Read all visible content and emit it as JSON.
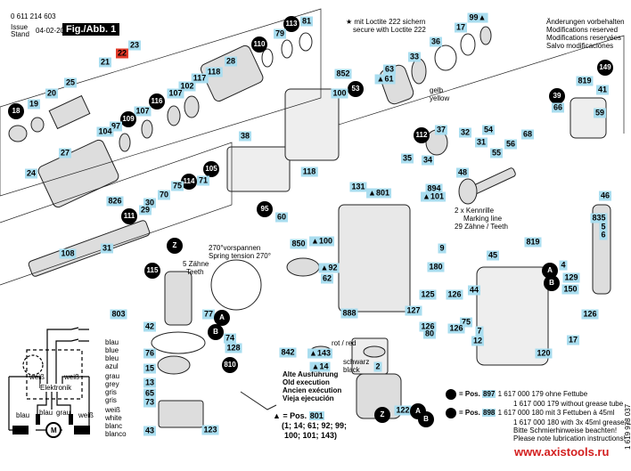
{
  "header": {
    "part_number": "0 611 214 603",
    "issue_label": "Issue",
    "stand_label": "Stand",
    "date": "04-02-20",
    "figure": "Fig./Abb. 1"
  },
  "notes": {
    "modifications": [
      "Änderungen vorbehalten",
      "Modifications reserved",
      "Modifications reservées",
      "Salvo modificaciones"
    ],
    "loctite": [
      "★ mit Loctite 222 sichern",
      "secure with Loctite 222"
    ],
    "yellow": [
      "gelb",
      "yellow"
    ],
    "marking": [
      "2 x Kennrille",
      "Marking line",
      "29 Zähne / Teeth"
    ],
    "spring": [
      "270°vorspannen",
      "Spring tension 270°"
    ],
    "teeth": [
      "5 Zähne",
      "Teeth"
    ],
    "red_black": [
      "rot / red",
      "schwarz",
      "black"
    ],
    "old_execution": [
      "Alte Ausführung",
      "Old execution",
      "Ancien exécution",
      "Vieja ejecución"
    ],
    "pos801": {
      "prefix": "▲ = Pos.",
      "pos": "801",
      "list1": "(1; 14; 61; 92; 99;",
      "list2": "100; 101; 143)"
    },
    "pos897": {
      "prefix": "= Pos.",
      "pos": "897",
      "lines": [
        "1 617 000 179 ohne Fettube",
        "1 617 000 179 without grease tube"
      ]
    },
    "pos898": {
      "prefix": "= Pos.",
      "pos": "898",
      "lines": [
        "1 617 000 180 mit 3 Fettuben à 45ml",
        "1 617 000 180 with 3x 45ml grease tubes",
        "Bitte Schmierhinweise beachten!",
        "Please note lubrication instructions!"
      ]
    },
    "doc_number": "1 619 973 037",
    "website": "www.axistools.ru"
  },
  "wiring": {
    "colors": [
      [
        "blau",
        "blue",
        "bleu",
        "azul"
      ],
      [
        "grau",
        "grey",
        "gris",
        "gris"
      ],
      [
        "weiß",
        "white",
        "blanc",
        "blanco"
      ]
    ],
    "labels": {
      "weiss_l": "weiß",
      "weiss_r": "weiß",
      "elektronik": "Elektronik",
      "blau1": "blau",
      "blau2": "blau",
      "grau": "grau",
      "weiss_b": "weiß",
      "motor": "M"
    }
  },
  "callouts": [
    {
      "text": "81",
      "kind": "box"
    },
    {
      "text": "113",
      "kind": "circle"
    },
    {
      "text": "79",
      "kind": "box"
    },
    {
      "text": "110",
      "kind": "circle"
    },
    {
      "text": "28",
      "kind": "box"
    },
    {
      "text": "118",
      "kind": "box"
    },
    {
      "text": "117",
      "kind": "box"
    },
    {
      "text": "102",
      "kind": "box"
    },
    {
      "text": "107",
      "kind": "box"
    },
    {
      "text": "116",
      "kind": "circle"
    },
    {
      "text": "107",
      "kind": "box"
    },
    {
      "text": "109",
      "kind": "circle"
    },
    {
      "text": "97",
      "kind": "box"
    },
    {
      "text": "104",
      "kind": "box"
    },
    {
      "text": "22",
      "kind": "red"
    },
    {
      "text": "23",
      "kind": "box"
    },
    {
      "text": "21",
      "kind": "box"
    },
    {
      "text": "25",
      "kind": "box"
    },
    {
      "text": "20",
      "kind": "box"
    },
    {
      "text": "19",
      "kind": "box"
    },
    {
      "text": "18",
      "kind": "circle"
    },
    {
      "text": "27",
      "kind": "box"
    },
    {
      "text": "24",
      "kind": "box"
    },
    {
      "text": "38",
      "kind": "box"
    },
    {
      "text": "105",
      "kind": "circle"
    },
    {
      "text": "71",
      "kind": "box"
    },
    {
      "text": "114",
      "kind": "circle"
    },
    {
      "text": "75",
      "kind": "box"
    },
    {
      "text": "70",
      "kind": "box"
    },
    {
      "text": "30",
      "kind": "box"
    },
    {
      "text": "826",
      "kind": "box"
    },
    {
      "text": "111",
      "kind": "circle"
    },
    {
      "text": "29",
      "kind": "box"
    },
    {
      "text": "108",
      "kind": "box"
    },
    {
      "text": "31",
      "kind": "box"
    },
    {
      "text": "115",
      "kind": "circle"
    },
    {
      "text": "803",
      "kind": "box"
    },
    {
      "text": "77",
      "kind": "box"
    },
    {
      "text": "42",
      "kind": "box"
    },
    {
      "text": "76",
      "kind": "box"
    },
    {
      "text": "15",
      "kind": "box"
    },
    {
      "text": "13",
      "kind": "box"
    },
    {
      "text": "65",
      "kind": "box"
    },
    {
      "text": "73",
      "kind": "box"
    },
    {
      "text": "43",
      "kind": "box"
    },
    {
      "text": "123",
      "kind": "box"
    },
    {
      "text": "74",
      "kind": "box"
    },
    {
      "text": "128",
      "kind": "box"
    },
    {
      "text": "810",
      "kind": "circle"
    },
    {
      "text": "95",
      "kind": "circle"
    },
    {
      "text": "60",
      "kind": "box"
    },
    {
      "text": "118",
      "kind": "box"
    },
    {
      "text": "852",
      "kind": "box"
    },
    {
      "text": "53",
      "kind": "circle"
    },
    {
      "text": "100",
      "kind": "box"
    },
    {
      "text": "▲61",
      "kind": "box"
    },
    {
      "text": "63",
      "kind": "box"
    },
    {
      "text": "33",
      "kind": "box"
    },
    {
      "text": "36",
      "kind": "box"
    },
    {
      "text": "17",
      "kind": "box"
    },
    {
      "text": "99▲",
      "kind": "box"
    },
    {
      "text": "149",
      "kind": "circle"
    },
    {
      "text": "819",
      "kind": "box"
    },
    {
      "text": "41",
      "kind": "box"
    },
    {
      "text": "39",
      "kind": "circle"
    },
    {
      "text": "59",
      "kind": "box"
    },
    {
      "text": "66",
      "kind": "box"
    },
    {
      "text": "68",
      "kind": "box"
    },
    {
      "text": "56",
      "kind": "box"
    },
    {
      "text": "55",
      "kind": "box"
    },
    {
      "text": "54",
      "kind": "box"
    },
    {
      "text": "31",
      "kind": "box"
    },
    {
      "text": "32",
      "kind": "box"
    },
    {
      "text": "37",
      "kind": "box"
    },
    {
      "text": "112",
      "kind": "circle"
    },
    {
      "text": "35",
      "kind": "box"
    },
    {
      "text": "34",
      "kind": "box"
    },
    {
      "text": "48",
      "kind": "box"
    },
    {
      "text": "894",
      "kind": "box"
    },
    {
      "text": "▲101",
      "kind": "box"
    },
    {
      "text": "131",
      "kind": "box"
    },
    {
      "text": "▲801",
      "kind": "box"
    },
    {
      "text": "9",
      "kind": "box"
    },
    {
      "text": "180",
      "kind": "box"
    },
    {
      "text": "▲100",
      "kind": "box"
    },
    {
      "text": "850",
      "kind": "box"
    },
    {
      "text": "▲92",
      "kind": "box"
    },
    {
      "text": "62",
      "kind": "box"
    },
    {
      "text": "888",
      "kind": "box"
    },
    {
      "text": "125",
      "kind": "box"
    },
    {
      "text": "127",
      "kind": "box"
    },
    {
      "text": "126",
      "kind": "box"
    },
    {
      "text": "80",
      "kind": "box"
    },
    {
      "text": "842",
      "kind": "box"
    },
    {
      "text": "▲143",
      "kind": "box"
    },
    {
      "text": "▲14",
      "kind": "box"
    },
    {
      "text": "2",
      "kind": "box"
    },
    {
      "text": "122",
      "kind": "box"
    },
    {
      "text": "46",
      "kind": "box"
    },
    {
      "text": "835",
      "kind": "box"
    },
    {
      "text": "5",
      "kind": "box"
    },
    {
      "text": "6",
      "kind": "box"
    },
    {
      "text": "819",
      "kind": "box"
    },
    {
      "text": "45",
      "kind": "box"
    },
    {
      "text": "4",
      "kind": "box"
    },
    {
      "text": "129",
      "kind": "box"
    },
    {
      "text": "150",
      "kind": "box"
    },
    {
      "text": "44",
      "kind": "box"
    },
    {
      "text": "126",
      "kind": "box"
    },
    {
      "text": "75",
      "kind": "box"
    },
    {
      "text": "126",
      "kind": "box"
    },
    {
      "text": "7",
      "kind": "box"
    },
    {
      "text": "12",
      "kind": "box"
    },
    {
      "text": "120",
      "kind": "box"
    },
    {
      "text": "126",
      "kind": "box"
    },
    {
      "text": "17",
      "kind": "box"
    },
    {
      "text": "Z",
      "kind": "circle"
    },
    {
      "text": "Z",
      "kind": "circle"
    },
    {
      "text": "A",
      "kind": "circle"
    },
    {
      "text": "B",
      "kind": "circle"
    },
    {
      "text": "A",
      "kind": "circle"
    },
    {
      "text": "B",
      "kind": "circle"
    },
    {
      "text": "A",
      "kind": "circle"
    },
    {
      "text": "B",
      "kind": "circle"
    }
  ]
}
